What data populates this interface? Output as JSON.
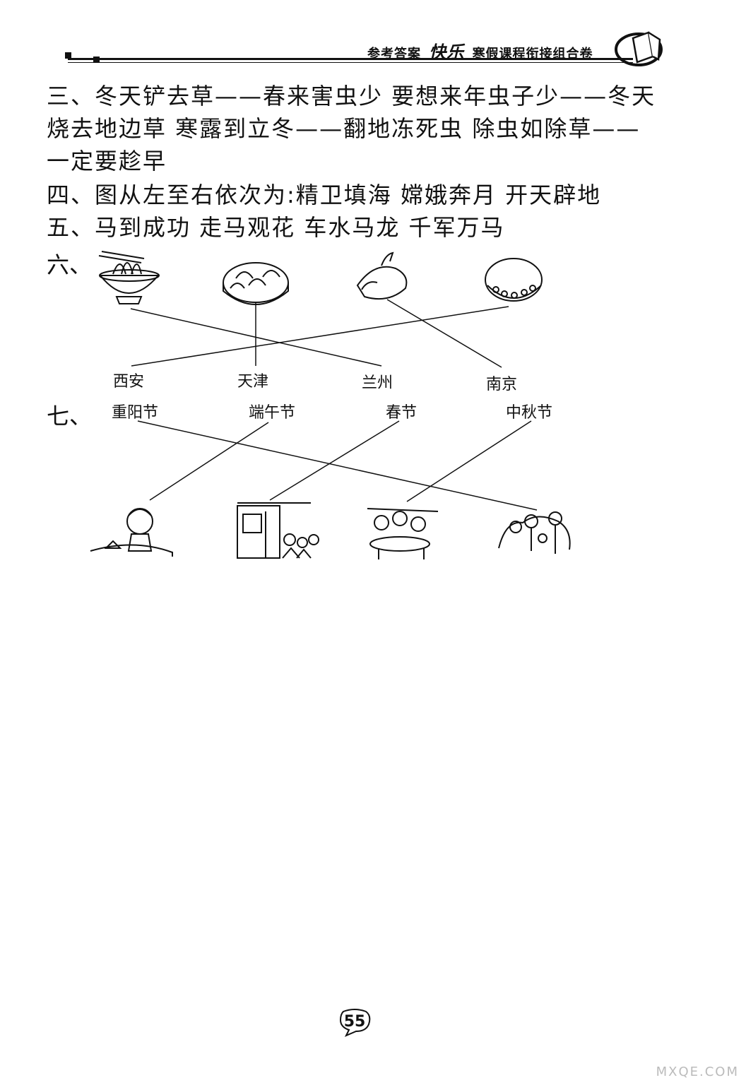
{
  "header": {
    "prefix": "参考答案",
    "brand": "快乐",
    "suffix": "寒假课程衔接组合卷"
  },
  "content": {
    "line1": "三、冬天铲去草——春来害虫少  要想来年虫子少——冬天",
    "line2": "烧去地边草  寒露到立冬——翻地冻死虫  除虫如除草——",
    "line3": "一定要趁早",
    "line4": "四、图从左至右依次为:精卫填海  嫦娥奔月  开天辟地",
    "line5": "五、马到成功  走马观花  车水马龙  千军万马"
  },
  "section6": {
    "label": "六、",
    "cities": [
      "西安",
      "天津",
      "兰州",
      "南京"
    ],
    "foods": [
      "noodles-icon",
      "steamed-buns-icon",
      "roast-duck-icon",
      "eight-treasure-rice-icon"
    ]
  },
  "section7": {
    "label": "七、",
    "festivals": [
      "重阳节",
      "端午节",
      "春节",
      "中秋节"
    ],
    "scenes": [
      "zongzi-girl-icon",
      "couplets-door-icon",
      "family-dinner-icon",
      "elderly-outing-icon"
    ]
  },
  "footer": {
    "page_number": "55",
    "watermark": "MXQE.COM"
  }
}
